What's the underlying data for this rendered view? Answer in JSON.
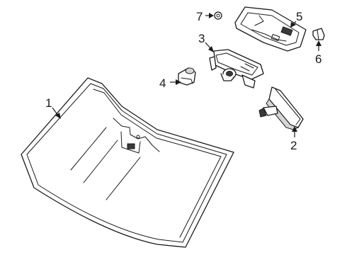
{
  "callouts": {
    "c1": "1",
    "c2": "2",
    "c3": "3",
    "c4": "4",
    "c5": "5",
    "c6": "6",
    "c7": "7"
  },
  "parts": [
    {
      "callout": "1",
      "icon": "windshield-glass"
    },
    {
      "callout": "2",
      "icon": "rearview-mirror"
    },
    {
      "callout": "3",
      "icon": "camera-bracket"
    },
    {
      "callout": "4",
      "icon": "rain-sensor"
    },
    {
      "callout": "5",
      "icon": "overhead-console-cover"
    },
    {
      "callout": "6",
      "icon": "clip"
    },
    {
      "callout": "7",
      "icon": "screw"
    }
  ],
  "colors": {
    "line": "#1a1a1a",
    "background": "#ffffff",
    "shade": "#d6d6d6"
  }
}
